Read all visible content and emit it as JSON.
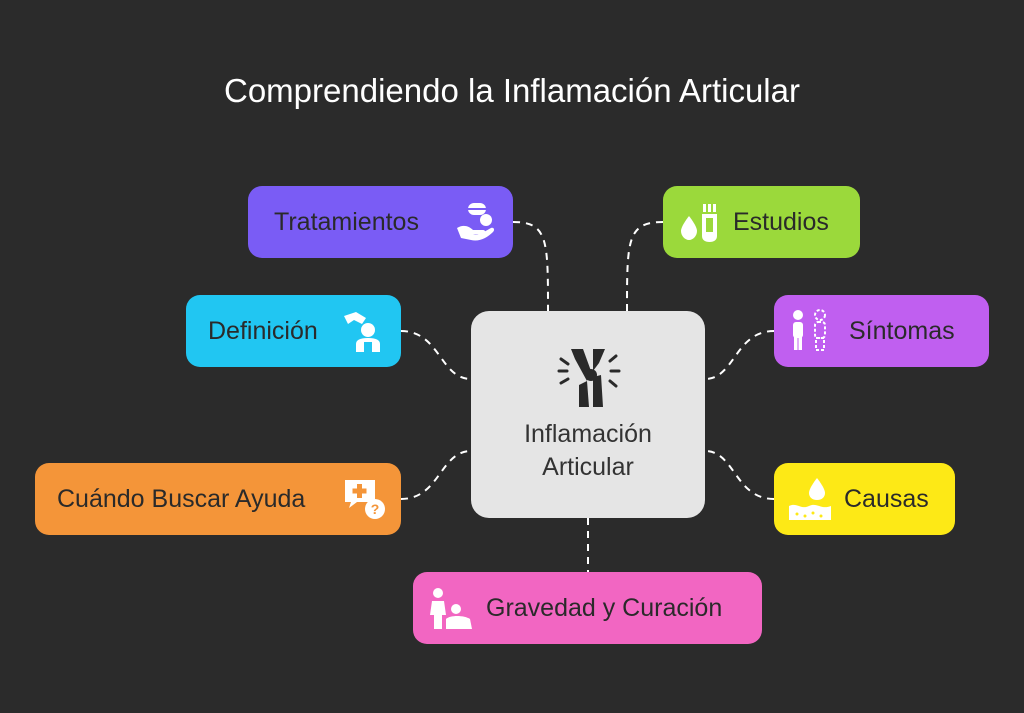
{
  "title": "Comprendiendo la Inflamación Articular",
  "center": {
    "label_line1": "Inflamación",
    "label_line2": "Articular",
    "icon": "inflamed-joint-icon",
    "color": "#e5e5e5"
  },
  "nodes": {
    "tratamientos": {
      "label": "Tratamientos",
      "icon": "hand-pill-icon",
      "color": "#7a5cf5"
    },
    "estudios": {
      "label": "Estudios",
      "icon": "test-tube-drop-icon",
      "color": "#9bd93b"
    },
    "definicion": {
      "label": "Definición",
      "icon": "doctor-patient-icon",
      "color": "#21c6f2"
    },
    "sintomas": {
      "label": "Síntomas",
      "icon": "person-outline-icon",
      "color": "#c05ff0"
    },
    "cuando_buscar_ayuda": {
      "label": "Cuándo Buscar Ayuda",
      "icon": "medical-question-icon",
      "color": "#f49539"
    },
    "causas": {
      "label": "Causas",
      "icon": "skin-drop-icon",
      "color": "#fde916"
    },
    "gravedad_curacion": {
      "label": "Gravedad y Curación",
      "icon": "caregiver-patient-icon",
      "color": "#f266c2"
    }
  }
}
